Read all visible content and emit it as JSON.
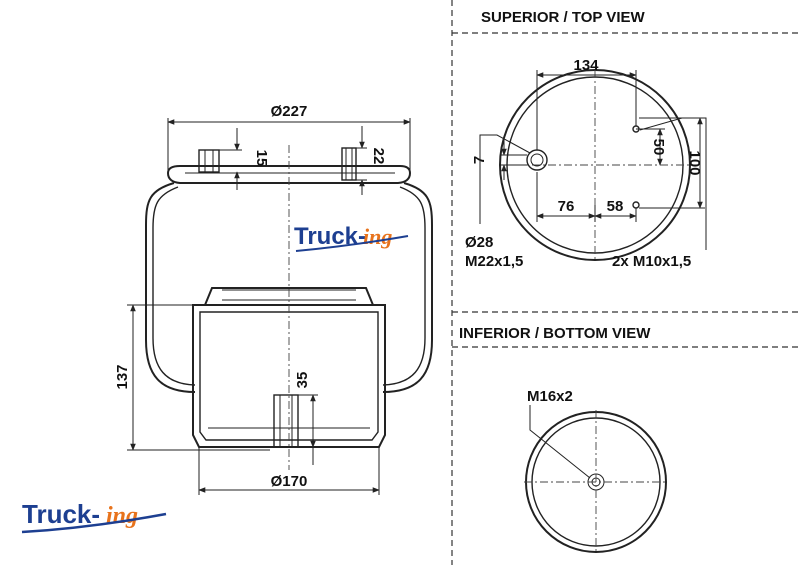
{
  "views": {
    "top_title": "SUPERIOR / TOP VIEW",
    "bottom_title": "INFERIOR / BOTTOM VIEW"
  },
  "side_view": {
    "dia_top": "Ø227",
    "d15": "15",
    "d22": "22",
    "height_137": "137",
    "d35": "35",
    "dia_bottom": "Ø170"
  },
  "top_view": {
    "d134": "134",
    "d7": "7",
    "d50": "50",
    "d100": "100",
    "d76": "76",
    "d58": "58",
    "port_dia": "Ø28",
    "port_thread": "M22x1,5",
    "bolts": "2x M10x1,5"
  },
  "bottom_view": {
    "thread": "M16x2"
  },
  "brand": {
    "part1": "Truck-",
    "part2": "ing",
    "blue": "#1d3f91",
    "orange": "#e8731c"
  }
}
